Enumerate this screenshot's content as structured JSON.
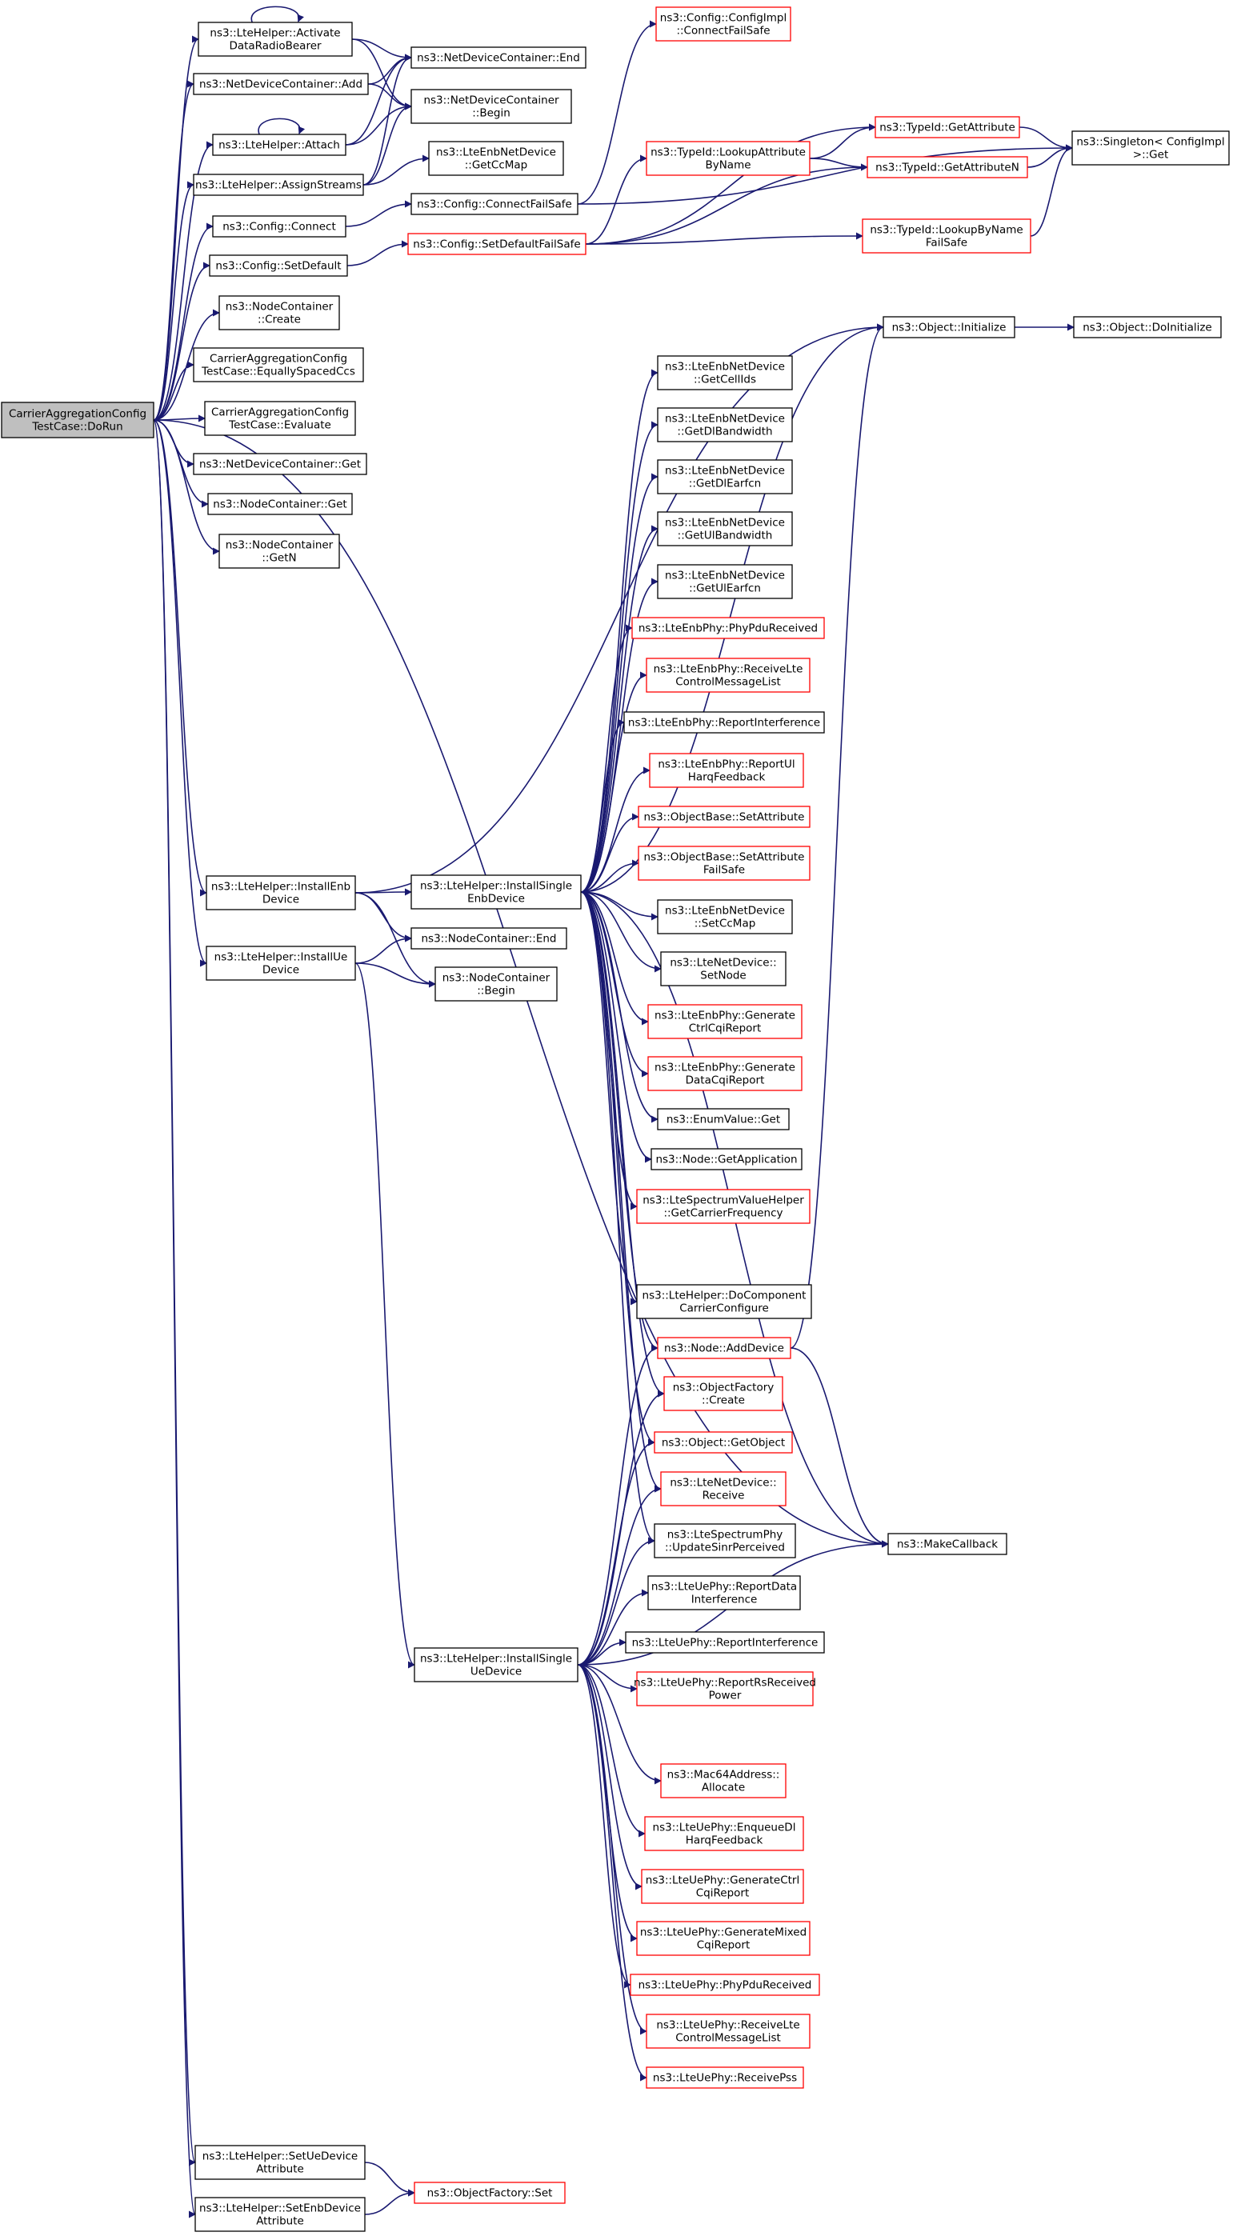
{
  "colors": {
    "edge": "#191970",
    "node_border": "#000000",
    "node_border_truncated": "#ff0000",
    "node_fill": "#ffffff",
    "root_fill": "#bfbfbf"
  },
  "nodes": [
    {
      "id": "root",
      "lines": [
        "CarrierAggregationConfig",
        "TestCase::DoRun"
      ],
      "style": "root"
    },
    {
      "id": "activate",
      "lines": [
        "ns3::LteHelper::Activate",
        "DataRadioBearer"
      ],
      "style": "normal"
    },
    {
      "id": "ndcadd",
      "lines": [
        "ns3::NetDeviceContainer::Add"
      ],
      "style": "normal"
    },
    {
      "id": "attach",
      "lines": [
        "ns3::LteHelper::Attach"
      ],
      "style": "normal"
    },
    {
      "id": "assign",
      "lines": [
        "ns3::LteHelper::AssignStreams"
      ],
      "style": "normal"
    },
    {
      "id": "connect",
      "lines": [
        "ns3::Config::Connect"
      ],
      "style": "normal"
    },
    {
      "id": "setdefault",
      "lines": [
        "ns3::Config::SetDefault"
      ],
      "style": "normal"
    },
    {
      "id": "nccreate",
      "lines": [
        "ns3::NodeContainer",
        "::Create"
      ],
      "style": "normal"
    },
    {
      "id": "equally",
      "lines": [
        "CarrierAggregationConfig",
        "TestCase::EquallySpacedCcs"
      ],
      "style": "normal"
    },
    {
      "id": "evaluate",
      "lines": [
        "CarrierAggregationConfig",
        "TestCase::Evaluate"
      ],
      "style": "normal"
    },
    {
      "id": "ndcget",
      "lines": [
        "ns3::NetDeviceContainer::Get"
      ],
      "style": "normal"
    },
    {
      "id": "ncget",
      "lines": [
        "ns3::NodeContainer::Get"
      ],
      "style": "normal"
    },
    {
      "id": "ncgetn",
      "lines": [
        "ns3::NodeContainer",
        "::GetN"
      ],
      "style": "normal"
    },
    {
      "id": "installenb",
      "lines": [
        "ns3::LteHelper::InstallEnb",
        "Device"
      ],
      "style": "normal"
    },
    {
      "id": "installue",
      "lines": [
        "ns3::LteHelper::InstallUe",
        "Device"
      ],
      "style": "normal"
    },
    {
      "id": "setueattr",
      "lines": [
        "ns3::LteHelper::SetUeDevice",
        "Attribute"
      ],
      "style": "normal"
    },
    {
      "id": "setenbattr",
      "lines": [
        "ns3::LteHelper::SetEnbDevice",
        "Attribute"
      ],
      "style": "normal"
    },
    {
      "id": "ndcend",
      "lines": [
        "ns3::NetDeviceContainer::End"
      ],
      "style": "normal"
    },
    {
      "id": "ndcbegin",
      "lines": [
        "ns3::NetDeviceContainer",
        "::Begin"
      ],
      "style": "normal"
    },
    {
      "id": "getccmap",
      "lines": [
        "ns3::LteEnbNetDevice",
        "::GetCcMap"
      ],
      "style": "normal"
    },
    {
      "id": "connectfs",
      "lines": [
        "ns3::Config::ConnectFailSafe"
      ],
      "style": "normal"
    },
    {
      "id": "setdefaultfs",
      "lines": [
        "ns3::Config::SetDefaultFailSafe"
      ],
      "style": "red"
    },
    {
      "id": "configimpl",
      "lines": [
        "ns3::Config::ConfigImpl",
        "::ConnectFailSafe"
      ],
      "style": "red"
    },
    {
      "id": "lookupattr",
      "lines": [
        "ns3::TypeId::LookupAttribute",
        "ByName"
      ],
      "style": "red"
    },
    {
      "id": "getattr",
      "lines": [
        "ns3::TypeId::GetAttribute"
      ],
      "style": "red"
    },
    {
      "id": "getattrn",
      "lines": [
        "ns3::TypeId::GetAttributeN"
      ],
      "style": "red"
    },
    {
      "id": "lookupname",
      "lines": [
        "ns3::TypeId::LookupByName",
        "FailSafe"
      ],
      "style": "red"
    },
    {
      "id": "singleton",
      "lines": [
        "ns3::Singleton< ConfigImpl",
        " >::Get"
      ],
      "style": "normal"
    },
    {
      "id": "objinit",
      "lines": [
        "ns3::Object::Initialize"
      ],
      "style": "normal"
    },
    {
      "id": "doinit",
      "lines": [
        "ns3::Object::DoInitialize"
      ],
      "style": "normal"
    },
    {
      "id": "installsingleenb",
      "lines": [
        "ns3::LteHelper::InstallSingle",
        "EnbDevice"
      ],
      "style": "normal"
    },
    {
      "id": "ncend",
      "lines": [
        "ns3::NodeContainer::End"
      ],
      "style": "normal"
    },
    {
      "id": "ncbegin",
      "lines": [
        "ns3::NodeContainer",
        "::Begin"
      ],
      "style": "normal"
    },
    {
      "id": "getcellids",
      "lines": [
        "ns3::LteEnbNetDevice",
        "::GetCellIds"
      ],
      "style": "normal"
    },
    {
      "id": "getdlbw",
      "lines": [
        "ns3::LteEnbNetDevice",
        "::GetDlBandwidth"
      ],
      "style": "normal"
    },
    {
      "id": "getdlearfcn",
      "lines": [
        "ns3::LteEnbNetDevice",
        "::GetDlEarfcn"
      ],
      "style": "normal"
    },
    {
      "id": "getulbw",
      "lines": [
        "ns3::LteEnbNetDevice",
        "::GetUlBandwidth"
      ],
      "style": "normal"
    },
    {
      "id": "getulearfcn",
      "lines": [
        "ns3::LteEnbNetDevice",
        "::GetUlEarfcn"
      ],
      "style": "normal"
    },
    {
      "id": "enbphypdu",
      "lines": [
        "ns3::LteEnbPhy::PhyPduReceived"
      ],
      "style": "red"
    },
    {
      "id": "enbphyrecvlte",
      "lines": [
        "ns3::LteEnbPhy::ReceiveLte",
        "ControlMessageList"
      ],
      "style": "red"
    },
    {
      "id": "enbphyreportint",
      "lines": [
        "ns3::LteEnbPhy::ReportInterference"
      ],
      "style": "normal"
    },
    {
      "id": "enbphyreportul",
      "lines": [
        "ns3::LteEnbPhy::ReportUl",
        "HarqFeedback"
      ],
      "style": "red"
    },
    {
      "id": "setattribute",
      "lines": [
        "ns3::ObjectBase::SetAttribute"
      ],
      "style": "red"
    },
    {
      "id": "setattrfs",
      "lines": [
        "ns3::ObjectBase::SetAttribute",
        "FailSafe"
      ],
      "style": "red"
    },
    {
      "id": "setccmap",
      "lines": [
        "ns3::LteEnbNetDevice",
        "::SetCcMap"
      ],
      "style": "normal"
    },
    {
      "id": "setnode",
      "lines": [
        "ns3::LteNetDevice::",
        "SetNode"
      ],
      "style": "normal"
    },
    {
      "id": "genctrl",
      "lines": [
        "ns3::LteEnbPhy::Generate",
        "CtrlCqiReport"
      ],
      "style": "red"
    },
    {
      "id": "gendata",
      "lines": [
        "ns3::LteEnbPhy::Generate",
        "DataCqiReport"
      ],
      "style": "red"
    },
    {
      "id": "enumget",
      "lines": [
        "ns3::EnumValue::Get"
      ],
      "style": "normal"
    },
    {
      "id": "nodegetapp",
      "lines": [
        "ns3::Node::GetApplication"
      ],
      "style": "normal"
    },
    {
      "id": "getcarrier",
      "lines": [
        "ns3::LteSpectrumValueHelper",
        "::GetCarrierFrequency"
      ],
      "style": "red"
    },
    {
      "id": "docomponent",
      "lines": [
        "ns3::LteHelper::DoComponent",
        "CarrierConfigure"
      ],
      "style": "normal"
    },
    {
      "id": "addevice",
      "lines": [
        "ns3::Node::AddDevice"
      ],
      "style": "red"
    },
    {
      "id": "objfactcreate",
      "lines": [
        "ns3::ObjectFactory",
        "::Create"
      ],
      "style": "red"
    },
    {
      "id": "getobject",
      "lines": [
        "ns3::Object::GetObject"
      ],
      "style": "red"
    },
    {
      "id": "ltenetrecv",
      "lines": [
        "ns3::LteNetDevice::",
        "Receive"
      ],
      "style": "red"
    },
    {
      "id": "updatesinr",
      "lines": [
        "ns3::LteSpectrumPhy",
        "::UpdateSinrPerceived"
      ],
      "style": "normal"
    },
    {
      "id": "makecallback",
      "lines": [
        "ns3::MakeCallback"
      ],
      "style": "normal"
    },
    {
      "id": "installsingleue",
      "lines": [
        "ns3::LteHelper::InstallSingle",
        "UeDevice"
      ],
      "style": "normal"
    },
    {
      "id": "uephyreportdata",
      "lines": [
        "ns3::LteUePhy::ReportData",
        "Interference"
      ],
      "style": "normal"
    },
    {
      "id": "uephyreportint",
      "lines": [
        "ns3::LteUePhy::ReportInterference"
      ],
      "style": "normal"
    },
    {
      "id": "uephyreportrs",
      "lines": [
        "ns3::LteUePhy::ReportRsReceived",
        "Power"
      ],
      "style": "red"
    },
    {
      "id": "mac64",
      "lines": [
        "ns3::Mac64Address::",
        "Allocate"
      ],
      "style": "red"
    },
    {
      "id": "uephyenqueue",
      "lines": [
        "ns3::LteUePhy::EnqueueDl",
        "HarqFeedback"
      ],
      "style": "red"
    },
    {
      "id": "uephygenctrl",
      "lines": [
        "ns3::LteUePhy::GenerateCtrl",
        "CqiReport"
      ],
      "style": "red"
    },
    {
      "id": "uephygenmixed",
      "lines": [
        "ns3::LteUePhy::GenerateMixed",
        "CqiReport"
      ],
      "style": "red"
    },
    {
      "id": "uephypdu",
      "lines": [
        "ns3::LteUePhy::PhyPduReceived"
      ],
      "style": "red"
    },
    {
      "id": "uephyrecvlte",
      "lines": [
        "ns3::LteUePhy::ReceiveLte",
        "ControlMessageList"
      ],
      "style": "red"
    },
    {
      "id": "uephyrecvpss",
      "lines": [
        "ns3::LteUePhy::ReceivePss"
      ],
      "style": "red"
    },
    {
      "id": "objfactset",
      "lines": [
        "ns3::ObjectFactory::Set"
      ],
      "style": "red"
    }
  ],
  "edges": [
    [
      "root",
      "activate"
    ],
    [
      "root",
      "ndcadd"
    ],
    [
      "root",
      "attach"
    ],
    [
      "root",
      "assign"
    ],
    [
      "root",
      "connect"
    ],
    [
      "root",
      "setdefault"
    ],
    [
      "root",
      "nccreate"
    ],
    [
      "root",
      "equally"
    ],
    [
      "root",
      "evaluate"
    ],
    [
      "root",
      "ndcget"
    ],
    [
      "root",
      "ncget"
    ],
    [
      "root",
      "ncgetn"
    ],
    [
      "root",
      "installenb"
    ],
    [
      "root",
      "installue"
    ],
    [
      "root",
      "makecallback"
    ],
    [
      "root",
      "setueattr"
    ],
    [
      "root",
      "setenbattr"
    ],
    [
      "activate",
      "activate"
    ],
    [
      "activate",
      "ndcend"
    ],
    [
      "activate",
      "ndcbegin"
    ],
    [
      "ndcadd",
      "ndcend"
    ],
    [
      "ndcadd",
      "ndcbegin"
    ],
    [
      "attach",
      "attach"
    ],
    [
      "attach",
      "ndcend"
    ],
    [
      "attach",
      "ndcbegin"
    ],
    [
      "assign",
      "ndcend"
    ],
    [
      "assign",
      "ndcbegin"
    ],
    [
      "assign",
      "getccmap"
    ],
    [
      "connect",
      "connectfs"
    ],
    [
      "setdefault",
      "setdefaultfs"
    ],
    [
      "connectfs",
      "configimpl"
    ],
    [
      "connectfs",
      "singleton"
    ],
    [
      "setdefaultfs",
      "lookupattr"
    ],
    [
      "setdefaultfs",
      "getattr"
    ],
    [
      "setdefaultfs",
      "getattrn"
    ],
    [
      "setdefaultfs",
      "lookupname"
    ],
    [
      "lookupattr",
      "getattr"
    ],
    [
      "lookupattr",
      "getattrn"
    ],
    [
      "getattr",
      "singleton"
    ],
    [
      "getattrn",
      "singleton"
    ],
    [
      "lookupname",
      "singleton"
    ],
    [
      "objinit",
      "doinit"
    ],
    [
      "installenb",
      "objinit"
    ],
    [
      "installenb",
      "installsingleenb"
    ],
    [
      "installenb",
      "ncend"
    ],
    [
      "installenb",
      "ncbegin"
    ],
    [
      "installue",
      "ncend"
    ],
    [
      "installue",
      "ncbegin"
    ],
    [
      "installue",
      "installsingleue"
    ],
    [
      "installsingleenb",
      "getcellids"
    ],
    [
      "installsingleenb",
      "getdlbw"
    ],
    [
      "installsingleenb",
      "getdlearfcn"
    ],
    [
      "installsingleenb",
      "getulbw"
    ],
    [
      "installsingleenb",
      "getulearfcn"
    ],
    [
      "installsingleenb",
      "enbphypdu"
    ],
    [
      "installsingleenb",
      "enbphyrecvlte"
    ],
    [
      "installsingleenb",
      "enbphyreportint"
    ],
    [
      "installsingleenb",
      "enbphyreportul"
    ],
    [
      "installsingleenb",
      "setattribute"
    ],
    [
      "installsingleenb",
      "setattrfs"
    ],
    [
      "installsingleenb",
      "setccmap"
    ],
    [
      "installsingleenb",
      "setnode"
    ],
    [
      "installsingleenb",
      "genctrl"
    ],
    [
      "installsingleenb",
      "gendata"
    ],
    [
      "installsingleenb",
      "enumget"
    ],
    [
      "installsingleenb",
      "nodegetapp"
    ],
    [
      "installsingleenb",
      "getcarrier"
    ],
    [
      "installsingleenb",
      "docomponent"
    ],
    [
      "installsingleenb",
      "addevice"
    ],
    [
      "installsingleenb",
      "objfactcreate"
    ],
    [
      "installsingleenb",
      "getobject"
    ],
    [
      "installsingleenb",
      "ltenetrecv"
    ],
    [
      "installsingleenb",
      "updatesinr"
    ],
    [
      "installsingleenb",
      "makecallback"
    ],
    [
      "installsingleenb",
      "objinit"
    ],
    [
      "addevice",
      "objinit"
    ],
    [
      "addevice",
      "makecallback"
    ],
    [
      "installsingleue",
      "addevice"
    ],
    [
      "installsingleue",
      "objfactcreate"
    ],
    [
      "installsingleue",
      "getobject"
    ],
    [
      "installsingleue",
      "ltenetrecv"
    ],
    [
      "installsingleue",
      "updatesinr"
    ],
    [
      "installsingleue",
      "uephyreportdata"
    ],
    [
      "installsingleue",
      "uephyreportint"
    ],
    [
      "installsingleue",
      "uephyreportrs"
    ],
    [
      "installsingleue",
      "makecallback"
    ],
    [
      "installsingleue",
      "mac64"
    ],
    [
      "installsingleue",
      "uephyenqueue"
    ],
    [
      "installsingleue",
      "uephygenctrl"
    ],
    [
      "installsingleue",
      "uephygenmixed"
    ],
    [
      "installsingleue",
      "uephypdu"
    ],
    [
      "installsingleue",
      "uephyrecvlte"
    ],
    [
      "installsingleue",
      "uephyrecvpss"
    ],
    [
      "setueattr",
      "objfactset"
    ],
    [
      "setenbattr",
      "objfactset"
    ]
  ]
}
